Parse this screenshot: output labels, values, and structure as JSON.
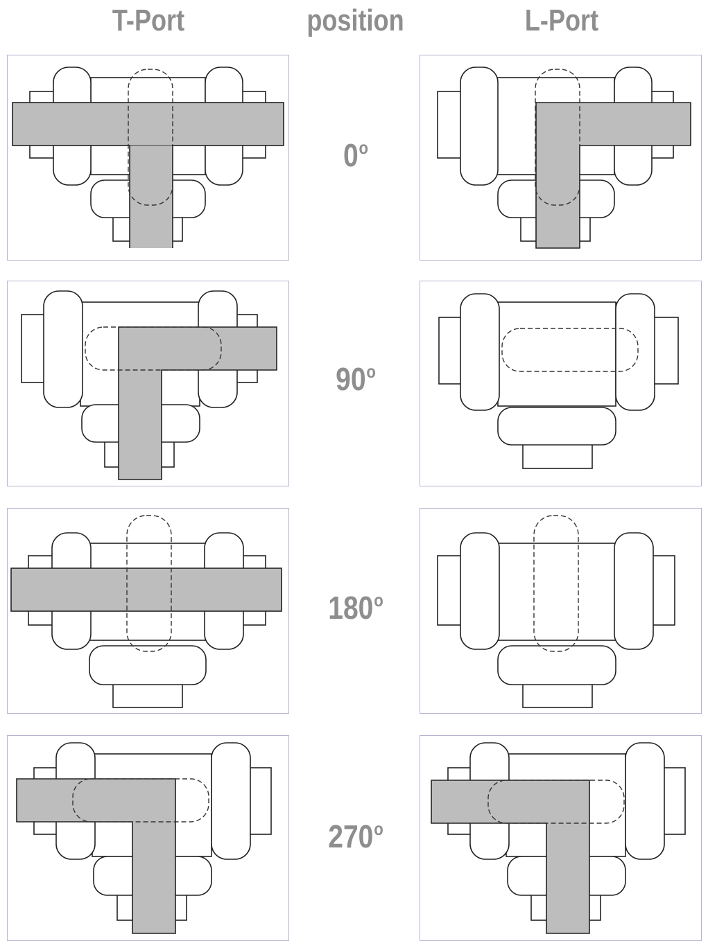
{
  "headers": {
    "t_port": "T-Port",
    "position": "position",
    "l_port": "L-Port"
  },
  "rows": [
    {
      "angle": "0",
      "degree_mark": "o",
      "t_flow": "horizontal-plus-down",
      "l_flow": "right-plus-down"
    },
    {
      "angle": "90",
      "degree_mark": "o",
      "t_flow": "right-plus-down",
      "l_flow": "none"
    },
    {
      "angle": "180",
      "degree_mark": "o",
      "t_flow": "horizontal",
      "l_flow": "none"
    },
    {
      "angle": "270",
      "degree_mark": "o",
      "t_flow": "left-plus-down",
      "l_flow": "left-plus-down"
    }
  ],
  "colors": {
    "label_gray": "#8e8e8e",
    "panel_border": "#b4b4d2",
    "flow_fill": "#bdbdbd",
    "outline": "#222222"
  }
}
